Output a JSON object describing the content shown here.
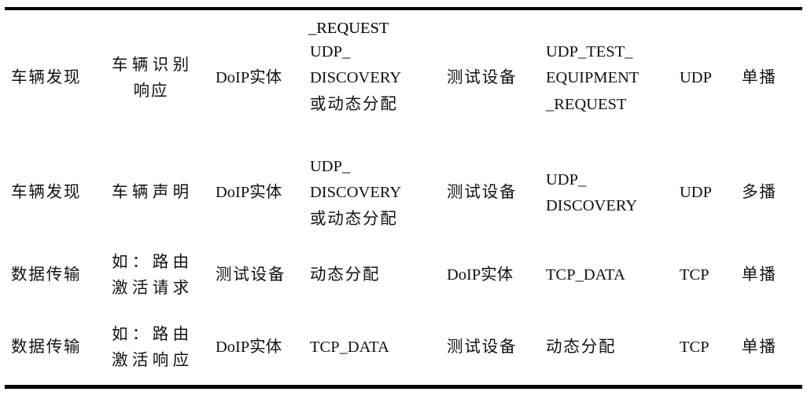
{
  "document": {
    "type": "academic-table",
    "continuation_line": "_REQUEST",
    "rules": {
      "top": "solid",
      "bottom": "solid",
      "color": "#000000"
    }
  },
  "table": {
    "columns": [
      {
        "key": "phase",
        "name": "column-phase"
      },
      {
        "key": "message",
        "name": "column-message"
      },
      {
        "key": "source",
        "name": "column-source"
      },
      {
        "key": "source_port",
        "name": "column-source-port"
      },
      {
        "key": "target",
        "name": "column-target"
      },
      {
        "key": "target_port",
        "name": "column-target-port"
      },
      {
        "key": "protocol",
        "name": "column-protocol"
      },
      {
        "key": "cast",
        "name": "column-cast"
      }
    ],
    "rows": [
      {
        "phase": "车辆发现",
        "message_line1": "车辆识别",
        "message_line2": "响应",
        "source": "DoIP实体",
        "source_port_line1": "UDP_",
        "source_port_line2": "DISCOVERY",
        "source_port_line3": "或动态分配",
        "target": "测试设备",
        "target_port_line1": "UDP_TEST_",
        "target_port_line2": "EQUIPMENT",
        "target_port_line3": "_REQUEST",
        "protocol": "UDP",
        "cast": "单播"
      },
      {
        "phase": "车辆发现",
        "message_line1": "车辆声明",
        "message_line2": "",
        "source": "DoIP实体",
        "source_port_line1": "UDP_",
        "source_port_line2": "DISCOVERY",
        "source_port_line3": "或动态分配",
        "target": "测试设备",
        "target_port_line1": "UDP_",
        "target_port_line2": "DISCOVERY",
        "target_port_line3": "",
        "protocol": "UDP",
        "cast": "多播"
      },
      {
        "phase": "数据传输",
        "message_line1": "如：路由",
        "message_line2": "激活请求",
        "source": "测试设备",
        "source_port_line1": "动态分配",
        "source_port_line2": "",
        "source_port_line3": "",
        "target": "DoIP实体",
        "target_port_line1": "TCP_DATA",
        "target_port_line2": "",
        "target_port_line3": "",
        "protocol": "TCP",
        "cast": "单播"
      },
      {
        "phase": "数据传输",
        "message_line1": "如：路由",
        "message_line2": "激活响应",
        "source": "DoIP实体",
        "source_port_line1": "TCP_DATA",
        "source_port_line2": "",
        "source_port_line3": "",
        "target": "测试设备",
        "target_port_line1": "动态分配",
        "target_port_line2": "",
        "target_port_line3": "",
        "protocol": "TCP",
        "cast": "单播"
      }
    ]
  }
}
